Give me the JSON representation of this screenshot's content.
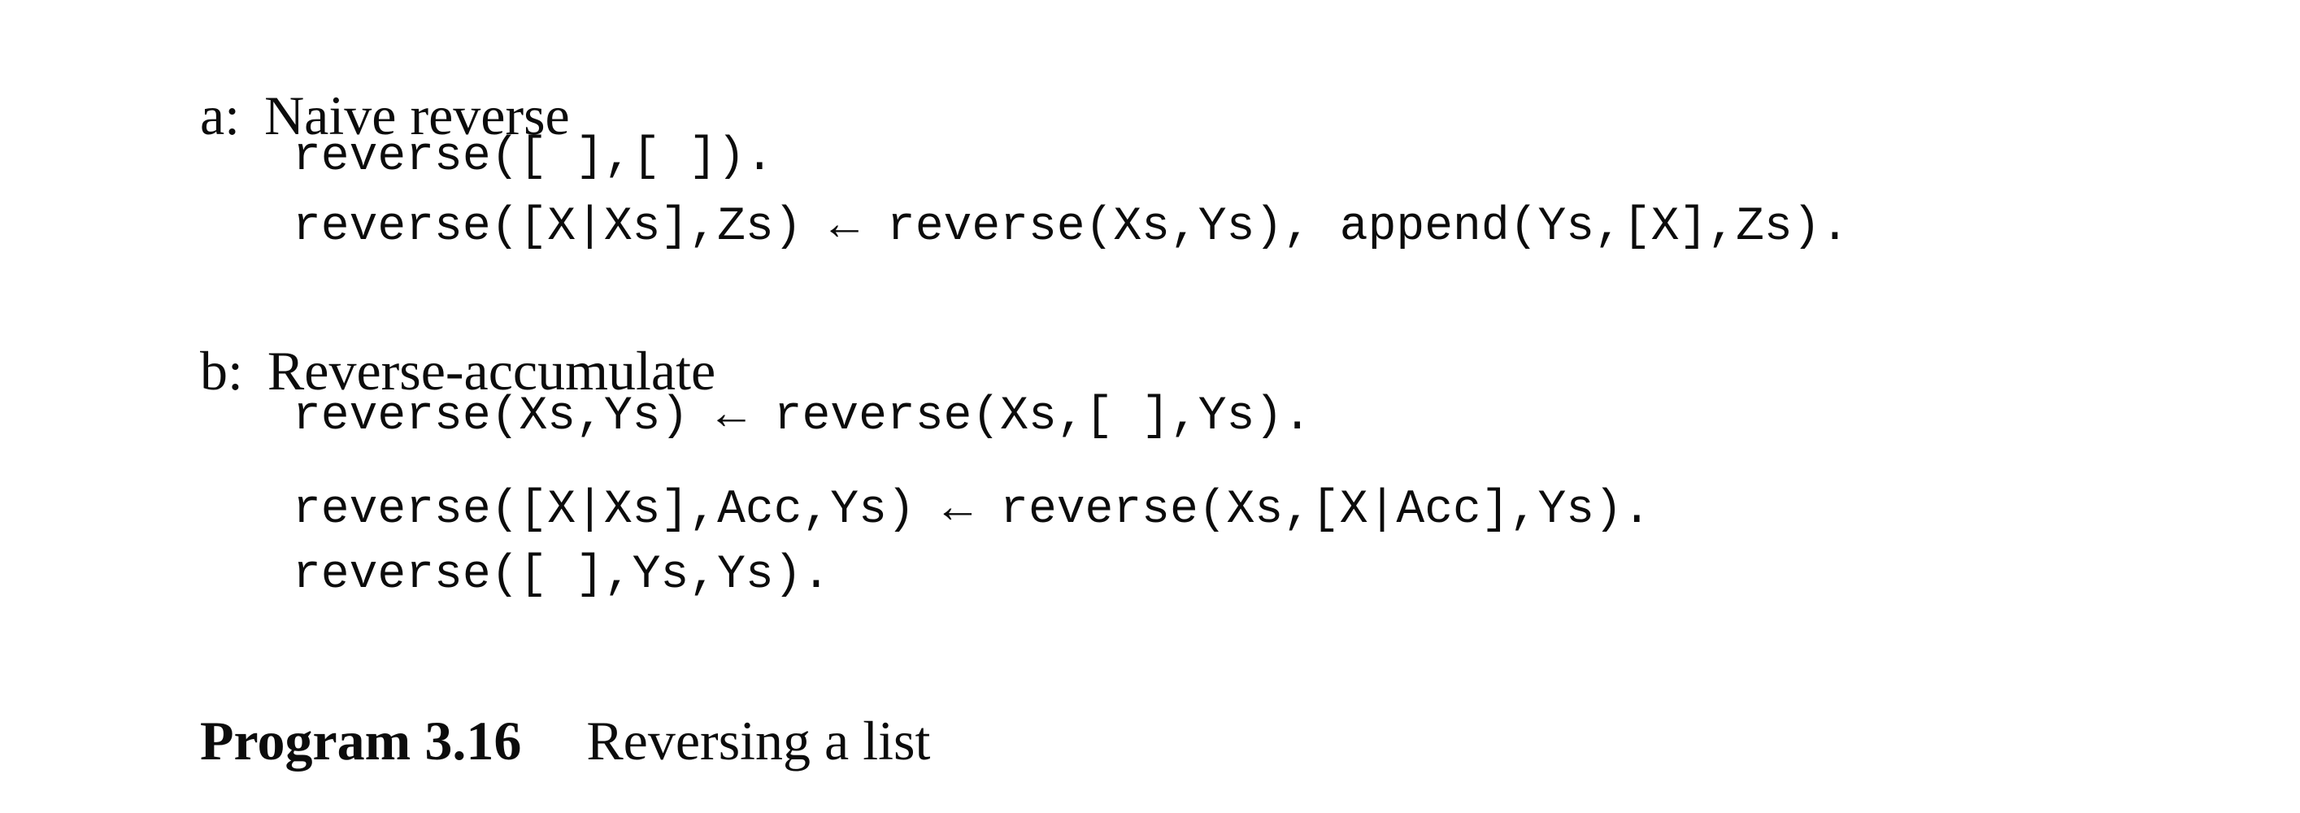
{
  "page": {
    "background": "#ffffff",
    "ink": "#0c0c0c"
  },
  "sections": [
    {
      "label": "a:",
      "title": "Naive reverse",
      "lines": [
        {
          "text": "reverse([ ],[ ])."
        },
        {
          "text": "reverse([X|Xs],Zs) ← reverse(Xs,Ys), append(Ys,[X],Zs)."
        }
      ]
    },
    {
      "label": "b:",
      "title": "Reverse-accumulate",
      "lines": [
        {
          "text": "reverse(Xs,Ys) ← reverse(Xs,[ ],Ys)."
        },
        {
          "text": "reverse([X|Xs],Acc,Ys) ← reverse(Xs,[X|Acc],Ys)."
        },
        {
          "text": "reverse([ ],Ys,Ys)."
        }
      ]
    }
  ],
  "caption": {
    "label": "Program 3.16",
    "title": "Reversing a list"
  }
}
